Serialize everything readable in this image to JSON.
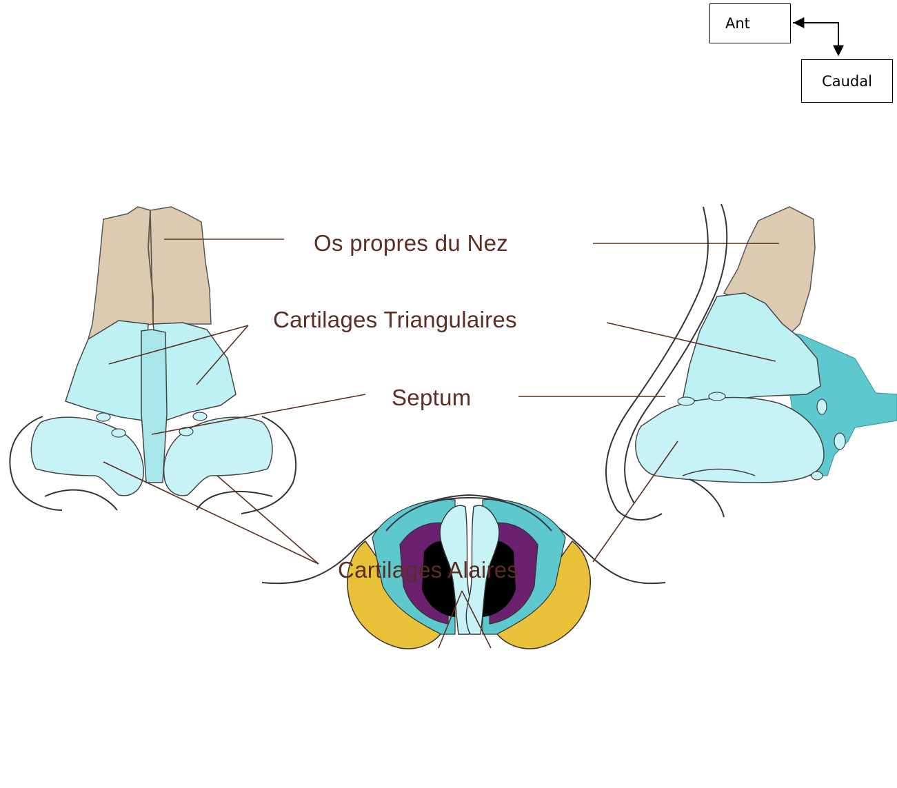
{
  "orientation": {
    "anterior_label": "Ant",
    "caudal_label": "Caudal"
  },
  "labels": {
    "nasal_bones": "Os propres du Nez",
    "triangular_cartilages": "Cartilages Triangulaires",
    "septum": "Septum",
    "alar_cartilages": "Cartilages Alaires"
  },
  "colors": {
    "bone": "#dccbb0",
    "cartilage": "#bdf1f4",
    "cartilage_dark": "#5dc9cf",
    "leader_line": "#5a2e22",
    "fat_yellow": "#e9c23a",
    "mucosa_purple": "#6b2070"
  }
}
